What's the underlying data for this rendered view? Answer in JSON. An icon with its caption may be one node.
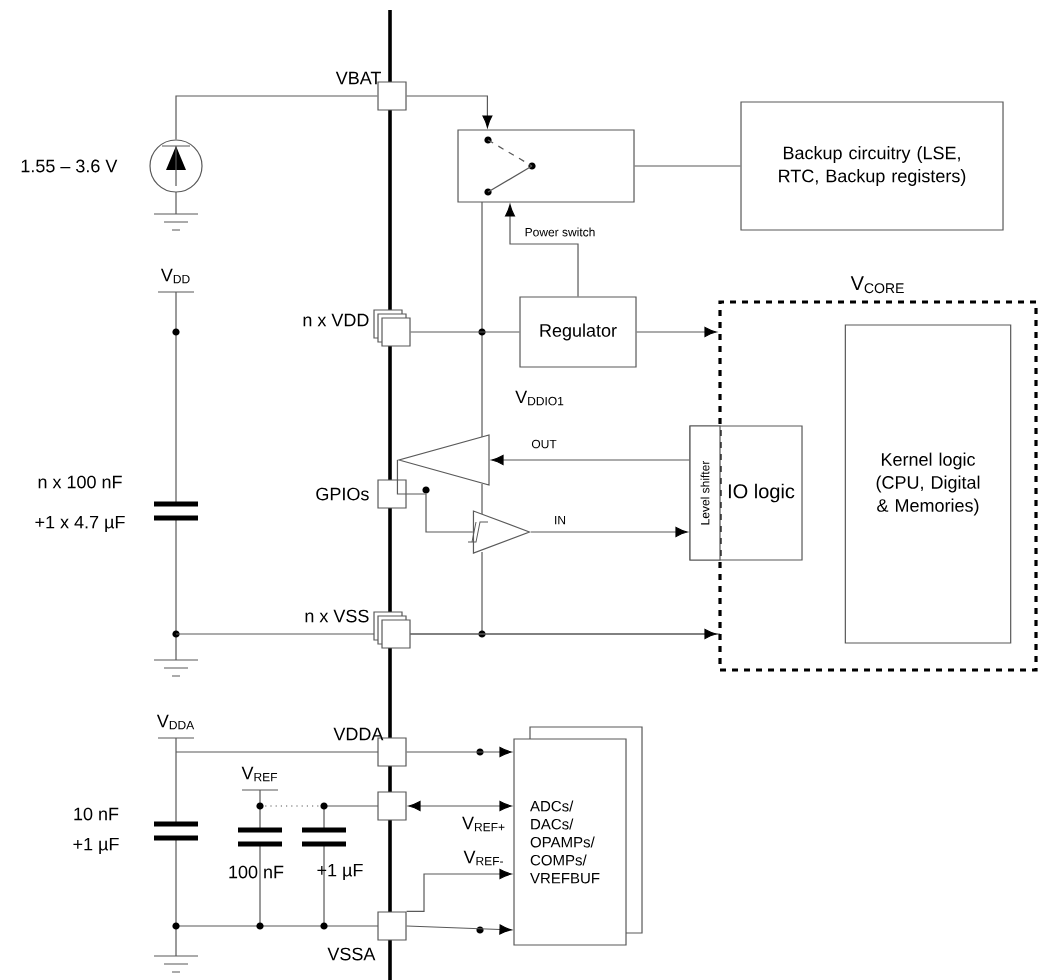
{
  "diagram": {
    "nodes": [
      {
        "text": [
          "Backup circuitry (LSE, RTC, Backup registers)"
        ]
      },
      {
        "text": [],
        "shape": "box"
      },
      {
        "text": [
          "Regulator"
        ]
      },
      {
        "text": [
          "V$_{CORE}$"
        ]
      },
      {
        "text": [
          "Kernel logic (CPU, Digital & Memories)"
        ],
        "in": 3
      },
      {
        "text": [
          "IO logic"
        ]
      },
      {
        "text": [
          "Level shifter"
        ],
        "in": 5
      },
      {
        "text": [
          "ADCs/ DACs/ OPAMPs/ COMPs/ VREFBUF"
        ]
      },
      {
        "text": [],
        "shape": "circle",
        "beside": [
          "1.55 – 3.6 V"
        ]
      },
      {
        "text": [],
        "shape": "box",
        "beside": [
          "VBAT"
        ]
      },
      {
        "text": [],
        "shape": "box",
        "beside": [
          "n x VDD"
        ]
      },
      {
        "text": [],
        "shape": "box",
        "beside": [
          "GPIOs"
        ]
      },
      {
        "text": [],
        "shape": "box",
        "beside": [
          "n x VSS"
        ]
      },
      {
        "text": [],
        "shape": "box",
        "beside": [
          "VDDA"
        ]
      },
      {
        "text": [],
        "shape": "box"
      },
      {
        "text": [],
        "shape": "box",
        "beside": [
          "VSSA"
        ]
      },
      {
        "text": [],
        "shape": "triangle"
      },
      {
        "text": [],
        "shape": "triangle"
      }
    ],
    "edges": [
      {
        "from": 8,
        "to": 9,
        "arrow": "none"
      },
      {
        "from": 9,
        "to": 1,
        "arrow": "to"
      },
      {
        "from": 1,
        "to": 0,
        "arrow": "none"
      },
      {
        "from": 2,
        "to": 1,
        "arrow": "to",
        "label": "Power switch"
      },
      {
        "from": 10,
        "to": 2,
        "arrow": "none"
      },
      {
        "from": 2,
        "to": 3,
        "arrow": "to"
      },
      {
        "from": 6,
        "to": 16,
        "arrow": "to",
        "label": "OUT"
      },
      {
        "from": 17,
        "to": 6,
        "arrow": "to",
        "label": "IN"
      },
      {
        "from": 16,
        "to": 11,
        "arrow": "none"
      },
      {
        "from": 11,
        "to": 17,
        "arrow": "none"
      },
      {
        "from": 12,
        "to": 3,
        "arrow": "to"
      },
      {
        "from": 13,
        "to": 7,
        "arrow": "to"
      },
      {
        "from": 14,
        "to": 7,
        "arrow": "both",
        "label": "V$_{REF+}$"
      },
      {
        "from": 15,
        "to": 7,
        "arrow": "to",
        "label": "V$_{REF-}$"
      },
      {
        "from": 15,
        "to": 7,
        "arrow": "to"
      }
    ],
    "labels": [
      "V$_{DD}$",
      "V$_{DDIO1}$",
      "n x 100 nF",
      "+1 x 4.7 µF",
      "V$_{DDA}$",
      "V$_{REF}$",
      "10 nF",
      "+1 µF",
      "100 nF",
      "+1 µF"
    ]
  }
}
